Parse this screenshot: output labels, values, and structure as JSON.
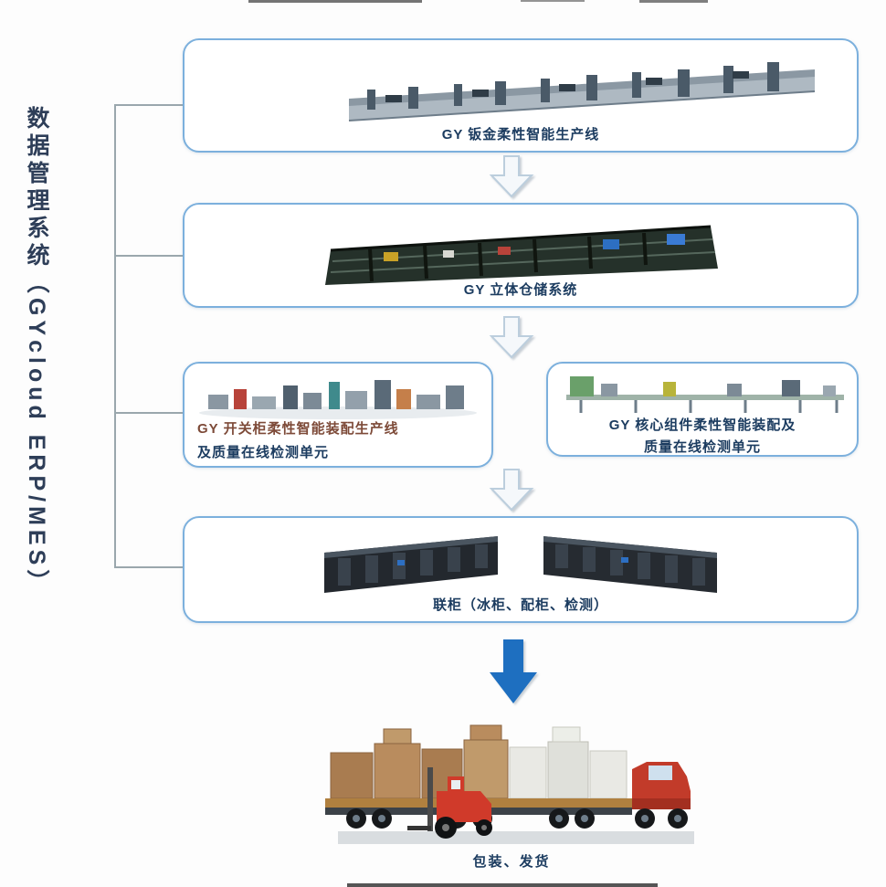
{
  "diagram": {
    "system_title": "数据管理系统（GYcloud ERP/MES）",
    "nodes": {
      "sheet_metal": {
        "label": "GY 钣金柔性智能生产线",
        "image": "sheet-metal-production-line-image"
      },
      "warehouse": {
        "label": "GY 立体仓储系统",
        "image": "vertical-warehouse-image"
      },
      "switchgear": {
        "label_line1": "GY 开关柜柔性智能装配生产线",
        "label_line2": "及质量在线检测单元",
        "image": "switchgear-assembly-line-image"
      },
      "core_components": {
        "label_line1": "GY 核心组件柔性智能装配及",
        "label_line2": "质量在线检测单元",
        "image": "core-components-assembly-line-image"
      },
      "cabinet": {
        "label": "联柜（冰柜、配柜、检测）",
        "image": "combined-cabinets-image"
      },
      "shipping": {
        "label": "包装、发货",
        "image": "truck-loading-image"
      }
    },
    "colors": {
      "box_border": "#7cb0dd",
      "label_text": "#1c3c60",
      "switchgear_label1_text": "#7d4a38",
      "flow_arrow_fill": "#f5f8fb",
      "flow_arrow_stroke": "#bccedd",
      "final_arrow": "#1e6fc0",
      "connector_line": "#9aa7ad"
    }
  }
}
